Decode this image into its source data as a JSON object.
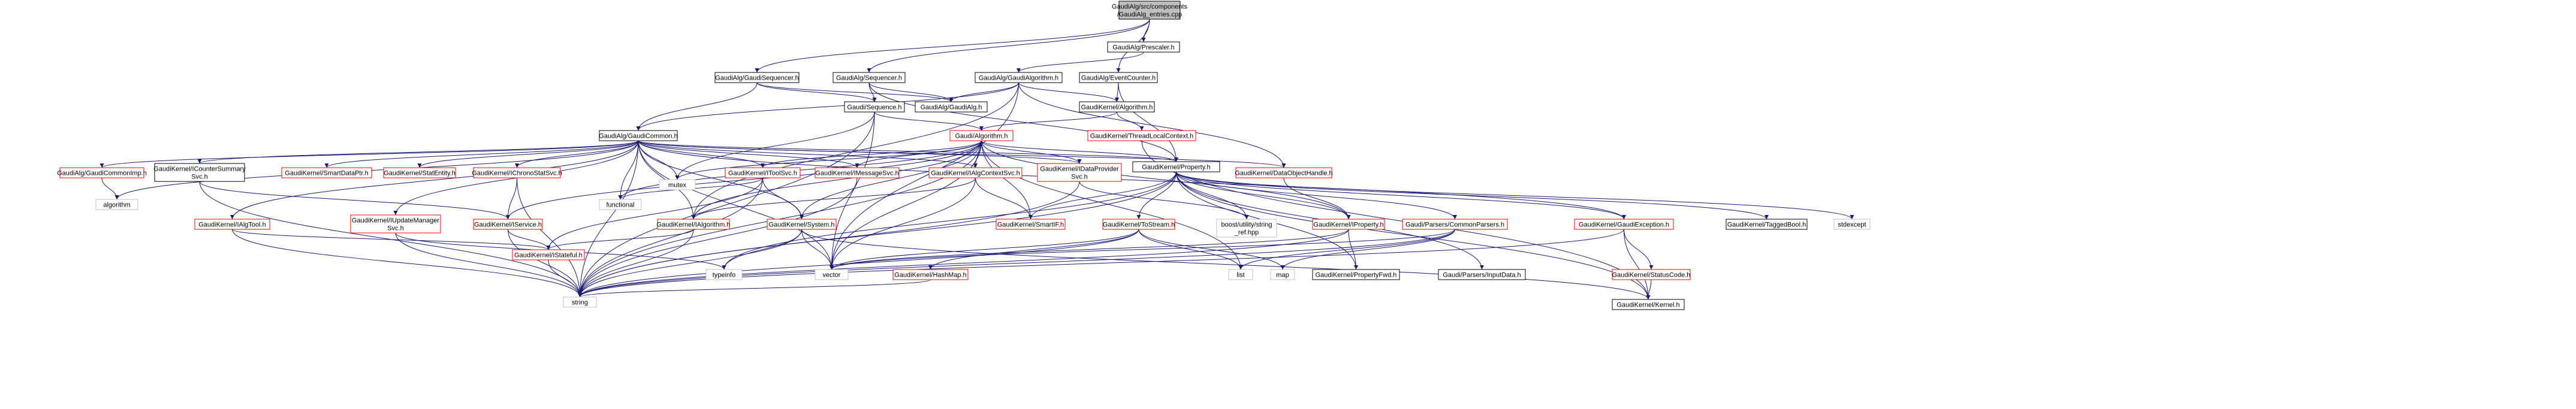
{
  "colors": {
    "root_fill": "#bfbfbf",
    "doc_fill": "#ffffff",
    "doc_stroke": "#000000",
    "nodoc_stroke": "#ff0000",
    "ext_stroke": "#bfbfbf",
    "edge": "#191970"
  },
  "nodes": [
    {
      "id": "root",
      "lines": [
        "GaudiAlg/src/components",
        "/GaudiAlg_entries.cpp"
      ],
      "kind": "root"
    },
    {
      "id": "prescaler",
      "lines": [
        "GaudiAlg/Prescaler.h"
      ],
      "kind": "doc"
    },
    {
      "id": "gaudiSequencer",
      "lines": [
        "GaudiAlg/GaudiSequencer.h"
      ],
      "kind": "doc"
    },
    {
      "id": "sequencer",
      "lines": [
        "GaudiAlg/Sequencer.h"
      ],
      "kind": "doc"
    },
    {
      "id": "gaudiAlgorithm",
      "lines": [
        "GaudiAlg/GaudiAlgorithm.h"
      ],
      "kind": "doc"
    },
    {
      "id": "eventCounter",
      "lines": [
        "GaudiAlg/EventCounter.h"
      ],
      "kind": "doc"
    },
    {
      "id": "gaudiSequence",
      "lines": [
        "Gaudi/Sequence.h"
      ],
      "kind": "doc"
    },
    {
      "id": "gaudiAlg",
      "lines": [
        "GaudiAlg/GaudiAlg.h"
      ],
      "kind": "doc"
    },
    {
      "id": "kernelAlgorithm",
      "lines": [
        "GaudiKernel/Algorithm.h"
      ],
      "kind": "doc"
    },
    {
      "id": "threadLocal",
      "lines": [
        "GaudiKernel/ThreadLocalContext.h"
      ],
      "kind": "nodoc"
    },
    {
      "id": "gaudiCommon",
      "lines": [
        "GaudiAlg/GaudiCommon.h"
      ],
      "kind": "doc"
    },
    {
      "id": "gaudiAlgorithmH",
      "lines": [
        "Gaudi/Algorithm.h"
      ],
      "kind": "nodoc"
    },
    {
      "id": "property",
      "lines": [
        "GaudiKernel/Property.h"
      ],
      "kind": "doc"
    },
    {
      "id": "commonImp",
      "lines": [
        "GaudiAlg/GaudiCommonImp.h"
      ],
      "kind": "nodoc"
    },
    {
      "id": "counterSummary",
      "lines": [
        "GaudiKernel/ICounterSummary",
        "Svc.h"
      ],
      "kind": "doc"
    },
    {
      "id": "smartDataPtr",
      "lines": [
        "GaudiKernel/SmartDataPtr.h"
      ],
      "kind": "nodoc"
    },
    {
      "id": "statEntity",
      "lines": [
        "GaudiKernel/StatEntity.h"
      ],
      "kind": "nodoc"
    },
    {
      "id": "chronoStat",
      "lines": [
        "GaudiKernel/IChronoStatSvc.h"
      ],
      "kind": "nodoc"
    },
    {
      "id": "mutex",
      "lines": [
        "mutex"
      ],
      "kind": "ext"
    },
    {
      "id": "toolSvc",
      "lines": [
        "GaudiKernel/IToolSvc.h"
      ],
      "kind": "nodoc"
    },
    {
      "id": "messageSvc",
      "lines": [
        "GaudiKernel/IMessageSvc.h"
      ],
      "kind": "nodoc"
    },
    {
      "id": "algContextSvc",
      "lines": [
        "GaudiKernel/IAlgContextSvc.h"
      ],
      "kind": "nodoc"
    },
    {
      "id": "dataProvider",
      "lines": [
        "GaudiKernel/IDataProvider",
        "Svc.h"
      ],
      "kind": "nodoc"
    },
    {
      "id": "dataObjectHandle",
      "lines": [
        "GaudiKernel/DataObjectHandle.h"
      ],
      "kind": "nodoc"
    },
    {
      "id": "algorithmStd",
      "lines": [
        "algorithm"
      ],
      "kind": "ext"
    },
    {
      "id": "algTool",
      "lines": [
        "GaudiKernel/IAlgTool.h"
      ],
      "kind": "nodoc"
    },
    {
      "id": "updateManager",
      "lines": [
        "GaudiKernel/IUpdateManager",
        "Svc.h"
      ],
      "kind": "nodoc"
    },
    {
      "id": "iService",
      "lines": [
        "GaudiKernel/IService.h"
      ],
      "kind": "nodoc"
    },
    {
      "id": "functional",
      "lines": [
        "functional"
      ],
      "kind": "ext"
    },
    {
      "id": "iAlgorithm",
      "lines": [
        "GaudiKernel/IAlgorithm.h"
      ],
      "kind": "nodoc"
    },
    {
      "id": "system",
      "lines": [
        "GaudiKernel/System.h"
      ],
      "kind": "nodoc"
    },
    {
      "id": "smartIF",
      "lines": [
        "GaudiKernel/SmartIF.h"
      ],
      "kind": "nodoc"
    },
    {
      "id": "toStream",
      "lines": [
        "GaudiKernel/ToStream.h"
      ],
      "kind": "nodoc"
    },
    {
      "id": "stringRef",
      "lines": [
        "boost/utility/string",
        "_ref.hpp"
      ],
      "kind": "ext"
    },
    {
      "id": "kernelIProperty",
      "lines": [
        "GaudiKernel/IProperty.h"
      ],
      "kind": "nodoc"
    },
    {
      "id": "commonParsers",
      "lines": [
        "Gaudi/Parsers/CommonParsers.h"
      ],
      "kind": "nodoc"
    },
    {
      "id": "gaudiException",
      "lines": [
        "GaudiKernel/GaudiException.h"
      ],
      "kind": "nodoc"
    },
    {
      "id": "taggedBool",
      "lines": [
        "GaudiKernel/TaggedBool.h"
      ],
      "kind": "doc"
    },
    {
      "id": "stdexcept",
      "lines": [
        "stdexcept"
      ],
      "kind": "ext"
    },
    {
      "id": "iStateful",
      "lines": [
        "GaudiKernel/IStateful.h"
      ],
      "kind": "nodoc"
    },
    {
      "id": "typeinfo",
      "lines": [
        "typeinfo"
      ],
      "kind": "ext"
    },
    {
      "id": "hashMap",
      "lines": [
        "GaudiKernel/HashMap.h"
      ],
      "kind": "nodoc"
    },
    {
      "id": "vector",
      "lines": [
        "vector"
      ],
      "kind": "ext"
    },
    {
      "id": "list",
      "lines": [
        "list"
      ],
      "kind": "ext"
    },
    {
      "id": "map",
      "lines": [
        "map"
      ],
      "kind": "ext"
    },
    {
      "id": "propertyFwd",
      "lines": [
        "GaudiKernel/PropertyFwd.h"
      ],
      "kind": "doc"
    },
    {
      "id": "inputData",
      "lines": [
        "Gaudi/Parsers/InputData.h"
      ],
      "kind": "doc"
    },
    {
      "id": "statusCode",
      "lines": [
        "GaudiKernel/StatusCode.h"
      ],
      "kind": "nodoc"
    },
    {
      "id": "kernel",
      "lines": [
        "GaudiKernel/Kernel.h"
      ],
      "kind": "doc"
    },
    {
      "id": "string",
      "lines": [
        "string"
      ],
      "kind": "ext"
    }
  ],
  "edges": [
    [
      "root",
      "prescaler"
    ],
    [
      "root",
      "gaudiSequencer"
    ],
    [
      "root",
      "sequencer"
    ],
    [
      "root",
      "eventCounter"
    ],
    [
      "prescaler",
      "gaudiAlgorithm"
    ],
    [
      "eventCounter",
      "kernelAlgorithm"
    ],
    [
      "eventCounter",
      "property"
    ],
    [
      "gaudiSequencer",
      "gaudiSequence"
    ],
    [
      "gaudiSequencer",
      "gaudiAlg"
    ],
    [
      "gaudiSequencer",
      "gaudiCommon"
    ],
    [
      "sequencer",
      "gaudiSequence"
    ],
    [
      "sequencer",
      "gaudiAlg"
    ],
    [
      "sequencer",
      "property"
    ],
    [
      "gaudiAlgorithm",
      "gaudiAlg"
    ],
    [
      "gaudiAlgorithm",
      "kernelAlgorithm"
    ],
    [
      "gaudiAlgorithm",
      "gaudiCommon"
    ],
    [
      "gaudiAlgorithm",
      "dataObjectHandle"
    ],
    [
      "gaudiAlgorithm",
      "vector"
    ],
    [
      "gaudiAlgorithm",
      "iAlgorithm"
    ],
    [
      "gaudiSequence",
      "gaudiAlgorithmH"
    ],
    [
      "gaudiSequence",
      "mutex"
    ],
    [
      "gaudiSequence",
      "vector"
    ],
    [
      "gaudiSequence",
      "string"
    ],
    [
      "kernelAlgorithm",
      "threadLocal"
    ],
    [
      "kernelAlgorithm",
      "gaudiAlgorithmH"
    ],
    [
      "threadLocal",
      "kernel"
    ],
    [
      "gaudiCommon",
      "commonImp"
    ],
    [
      "gaudiCommon",
      "counterSummary"
    ],
    [
      "gaudiCommon",
      "smartDataPtr"
    ],
    [
      "gaudiCommon",
      "statEntity"
    ],
    [
      "gaudiCommon",
      "chronoStat"
    ],
    [
      "gaudiCommon",
      "mutex"
    ],
    [
      "gaudiCommon",
      "toolSvc"
    ],
    [
      "gaudiCommon",
      "messageSvc"
    ],
    [
      "gaudiCommon",
      "algContextSvc"
    ],
    [
      "gaudiCommon",
      "dataProvider"
    ],
    [
      "gaudiCommon",
      "algorithmStd"
    ],
    [
      "gaudiCommon",
      "algTool"
    ],
    [
      "gaudiCommon",
      "updateManager"
    ],
    [
      "gaudiCommon",
      "functional"
    ],
    [
      "gaudiCommon",
      "iAlgorithm"
    ],
    [
      "gaudiCommon",
      "system"
    ],
    [
      "gaudiCommon",
      "property"
    ],
    [
      "gaudiCommon",
      "dataObjectHandle"
    ],
    [
      "gaudiCommon",
      "vector"
    ],
    [
      "gaudiCommon",
      "string"
    ],
    [
      "gaudiCommon",
      "gaudiException"
    ],
    [
      "gaudiAlgorithmH",
      "mutex"
    ],
    [
      "gaudiAlgorithmH",
      "toolSvc"
    ],
    [
      "gaudiAlgorithmH",
      "messageSvc"
    ],
    [
      "gaudiAlgorithmH",
      "algContextSvc"
    ],
    [
      "gaudiAlgorithmH",
      "dataProvider"
    ],
    [
      "gaudiAlgorithmH",
      "property"
    ],
    [
      "gaudiAlgorithmH",
      "iAlgorithm"
    ],
    [
      "gaudiAlgorithmH",
      "iService"
    ],
    [
      "gaudiAlgorithmH",
      "system"
    ],
    [
      "gaudiAlgorithmH",
      "functional"
    ],
    [
      "gaudiAlgorithmH",
      "smartIF"
    ],
    [
      "gaudiAlgorithmH",
      "vector"
    ],
    [
      "gaudiAlgorithmH",
      "string"
    ],
    [
      "gaudiAlgorithmH",
      "list"
    ],
    [
      "gaudiAlgorithmH",
      "kernelIProperty"
    ],
    [
      "commonImp",
      "algorithmStd"
    ],
    [
      "counterSummary",
      "iService"
    ],
    [
      "counterSummary",
      "string"
    ],
    [
      "chronoStat",
      "iService"
    ],
    [
      "chronoStat",
      "string"
    ],
    [
      "toolSvc",
      "system"
    ],
    [
      "toolSvc",
      "iStateful"
    ],
    [
      "toolSvc",
      "string"
    ],
    [
      "toolSvc",
      "functional"
    ],
    [
      "messageSvc",
      "string"
    ],
    [
      "algContextSvc",
      "smartIF"
    ],
    [
      "algContextSvc",
      "iAlgorithm"
    ],
    [
      "algContextSvc",
      "vector"
    ],
    [
      "dataProvider",
      "stringRef"
    ],
    [
      "dataProvider",
      "string"
    ],
    [
      "dataObjectHandle",
      "kernelIProperty"
    ],
    [
      "algTool",
      "iStateful"
    ],
    [
      "algTool",
      "string"
    ],
    [
      "updateManager",
      "typeinfo"
    ],
    [
      "updateManager",
      "string"
    ],
    [
      "iService",
      "iStateful"
    ],
    [
      "iService",
      "string"
    ],
    [
      "iAlgorithm",
      "iStateful"
    ],
    [
      "iAlgorithm",
      "string"
    ],
    [
      "system",
      "typeinfo"
    ],
    [
      "system",
      "vector"
    ],
    [
      "system",
      "string"
    ],
    [
      "system",
      "kernel"
    ],
    [
      "property",
      "taggedBool"
    ],
    [
      "property",
      "stdexcept"
    ],
    [
      "property",
      "toStream"
    ],
    [
      "property",
      "stringRef"
    ],
    [
      "property",
      "kernelIProperty"
    ],
    [
      "property",
      "commonParsers"
    ],
    [
      "property",
      "gaudiException"
    ],
    [
      "property",
      "smartIF"
    ],
    [
      "property",
      "inputData"
    ],
    [
      "property",
      "propertyFwd"
    ],
    [
      "property",
      "typeinfo"
    ],
    [
      "property",
      "string"
    ],
    [
      "property",
      "kernel"
    ],
    [
      "toStream",
      "map"
    ],
    [
      "toStream",
      "list"
    ],
    [
      "toStream",
      "vector"
    ],
    [
      "toStream",
      "string"
    ],
    [
      "toStream",
      "hashMap"
    ],
    [
      "kernelIProperty",
      "propertyFwd"
    ],
    [
      "kernelIProperty",
      "vector"
    ],
    [
      "kernelIProperty",
      "string"
    ],
    [
      "commonParsers",
      "list"
    ],
    [
      "commonParsers",
      "map"
    ],
    [
      "commonParsers",
      "vector"
    ],
    [
      "commonParsers",
      "string"
    ],
    [
      "gaudiException",
      "statusCode"
    ],
    [
      "gaudiException",
      "kernel"
    ],
    [
      "gaudiException",
      "string"
    ],
    [
      "statusCode",
      "kernel"
    ],
    [
      "iStateful",
      "string"
    ],
    [
      "hashMap",
      "string"
    ]
  ]
}
